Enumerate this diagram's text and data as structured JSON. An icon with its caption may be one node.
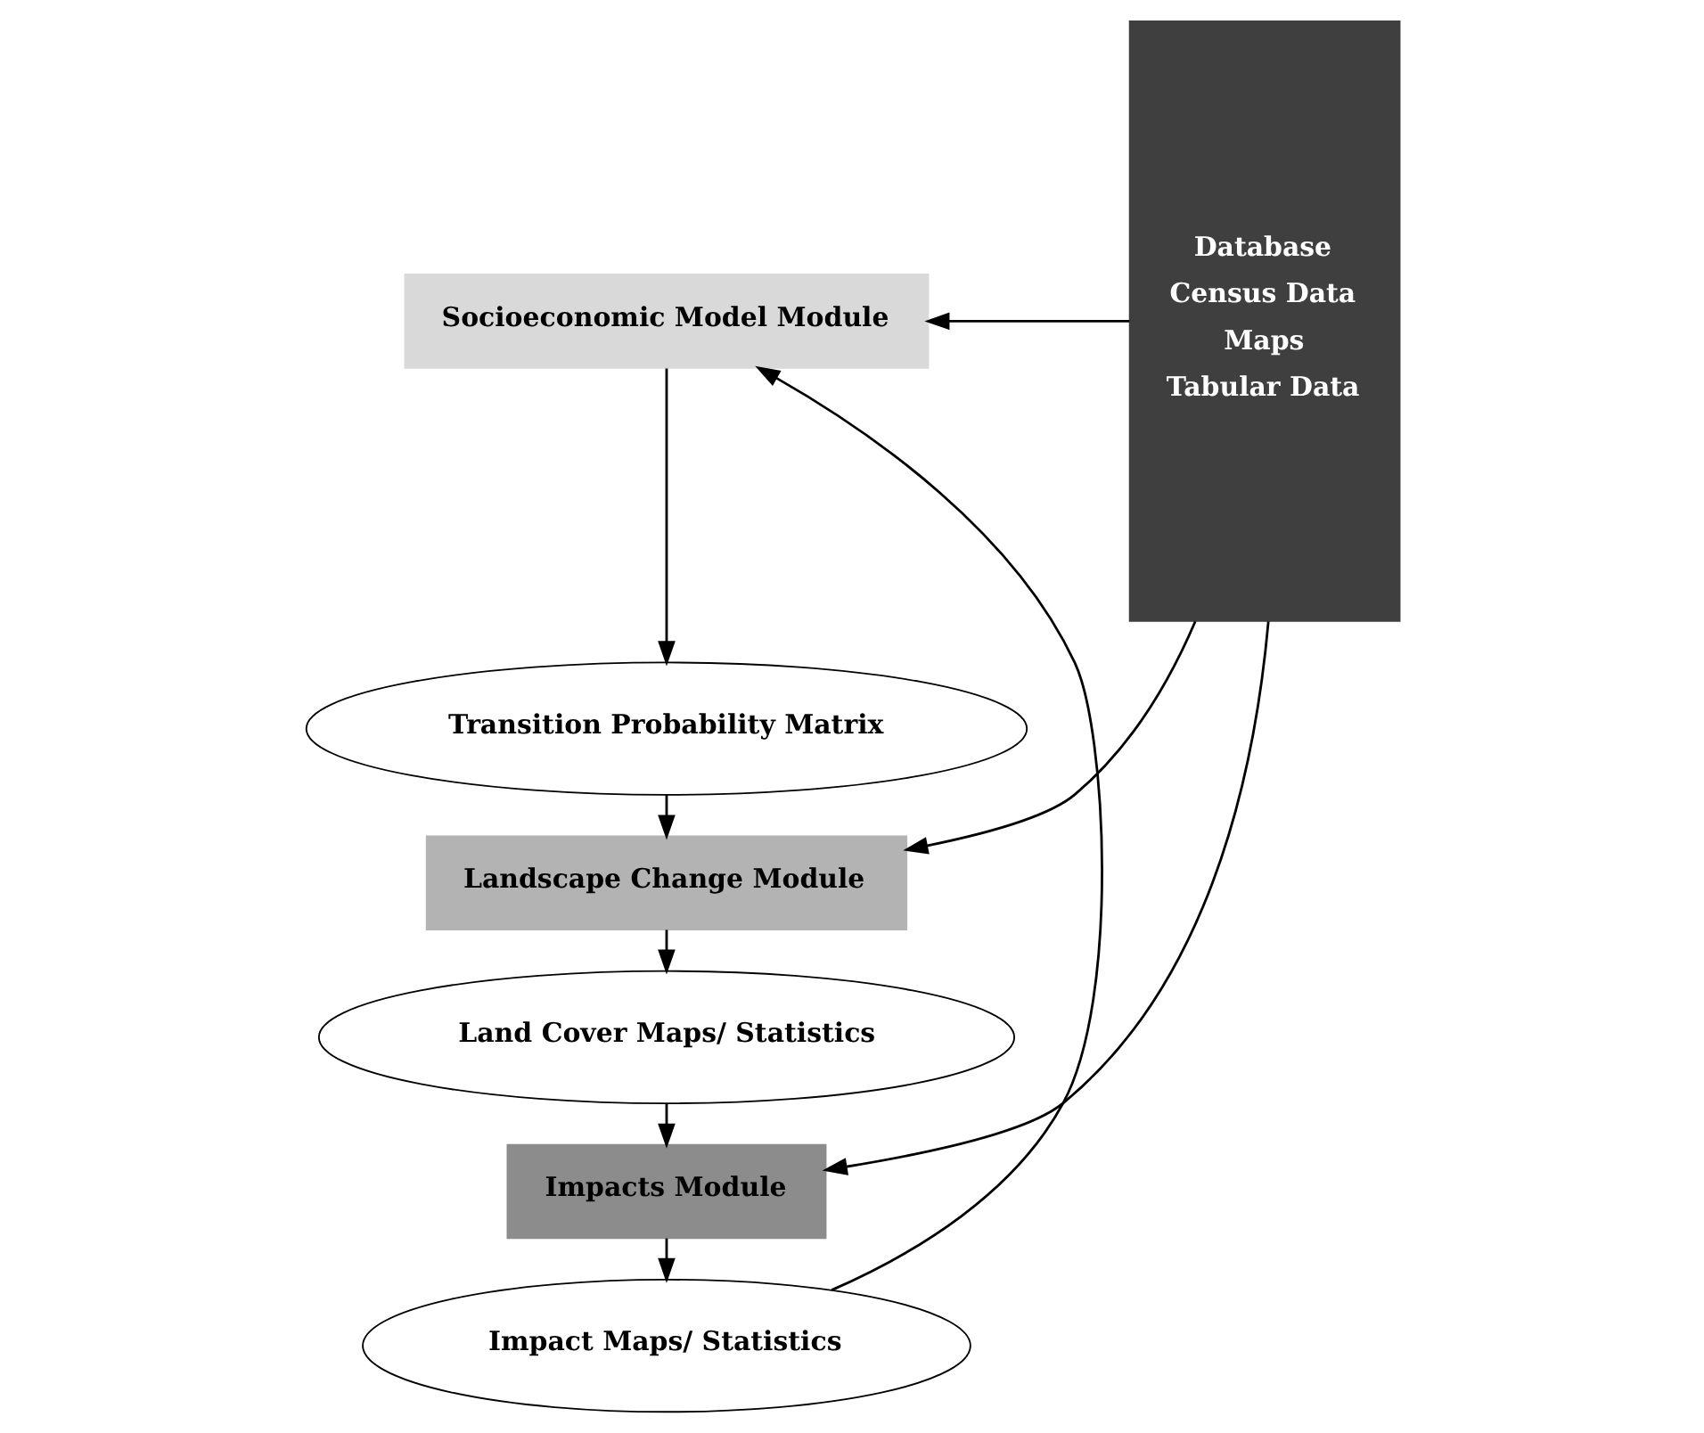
{
  "diagram": {
    "nodes": [
      {
        "text": [
          "Socioeconomic Model Module"
        ]
      },
      {
        "text": [
          "Transition Probability Matrix"
        ]
      },
      {
        "text": [
          "Landscape Change Module"
        ]
      },
      {
        "text": [
          "Land Cover Maps/ Statistics"
        ]
      },
      {
        "text": [
          "Impacts Module"
        ]
      },
      {
        "text": [
          "Impact Maps/ Statistics"
        ]
      },
      {
        "text": [
          "Database",
          "Census Data",
          "Maps",
          "Tabular Data"
        ]
      }
    ],
    "edges": [
      {
        "from": 6,
        "to": 0,
        "arrow": "to"
      },
      {
        "from": 0,
        "to": 1,
        "arrow": "to"
      },
      {
        "from": 1,
        "to": 2,
        "arrow": "to"
      },
      {
        "from": 6,
        "to": 2,
        "arrow": "to"
      },
      {
        "from": 2,
        "to": 3,
        "arrow": "to"
      },
      {
        "from": 3,
        "to": 4,
        "arrow": "to"
      },
      {
        "from": 6,
        "to": 4,
        "arrow": "to"
      },
      {
        "from": 4,
        "to": 5,
        "arrow": "to"
      },
      {
        "from": 5,
        "to": 0,
        "arrow": "to"
      }
    ]
  }
}
